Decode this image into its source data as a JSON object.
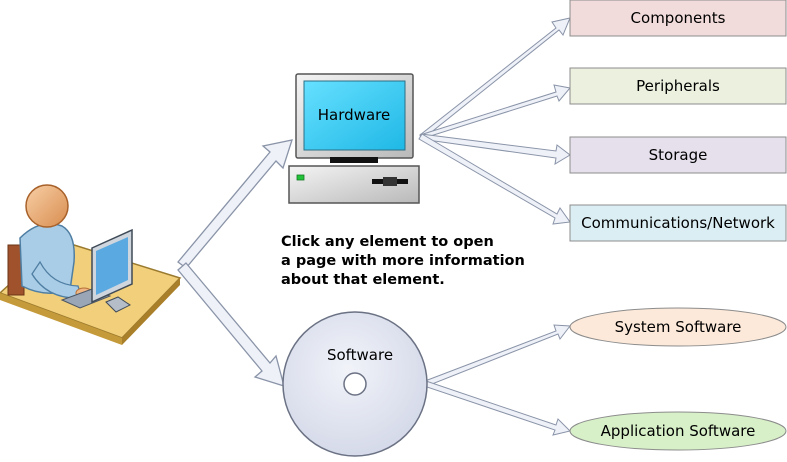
{
  "instructions": [
    "Click any element to open",
    "a page with more information",
    "about that element."
  ],
  "hardware": {
    "label": "Hardware",
    "items": [
      {
        "label": "Components",
        "color": "#f2dcdb"
      },
      {
        "label": "Peripherals",
        "color": "#ebf1de"
      },
      {
        "label": "Storage",
        "color": "#e6e0ec"
      },
      {
        "label": "Communications/Network",
        "color": "#dbeef3"
      }
    ]
  },
  "software": {
    "label": "Software",
    "items": [
      {
        "label": "System Software",
        "color": "#fde9d9"
      },
      {
        "label": "Application Software",
        "color": "#d7f0c8"
      }
    ]
  },
  "colors": {
    "box_border": "#8c8c8c",
    "arrow_fill": "#eef1f8",
    "arrow_stroke": "#8a94a8",
    "screen": "#33ccee",
    "disc": "#dfe3ef"
  }
}
